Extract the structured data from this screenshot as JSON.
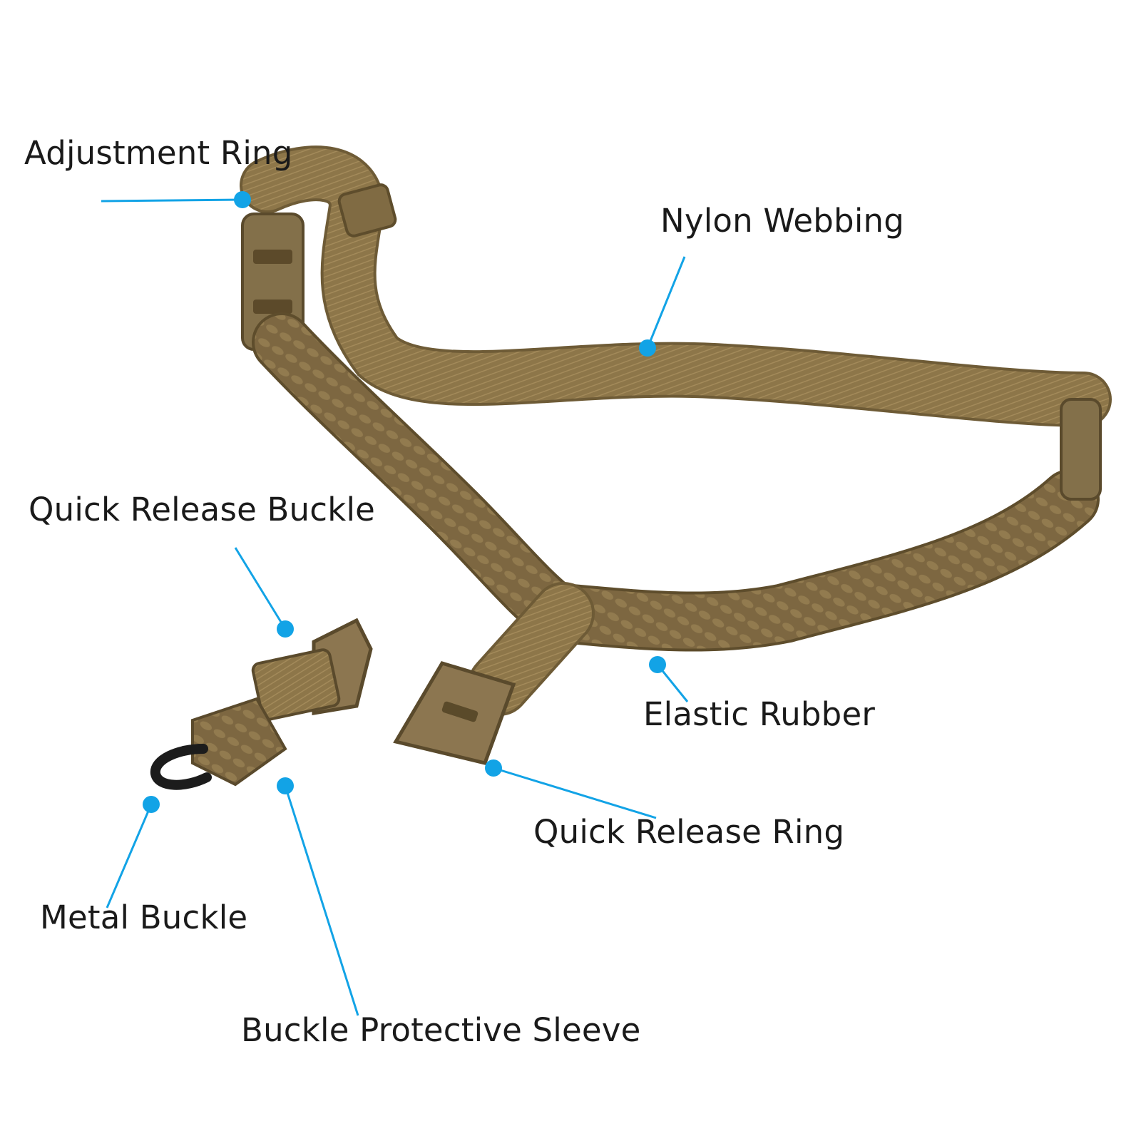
{
  "accent_color": "#12a3e6",
  "strap_color": "#8a7449",
  "labels": {
    "adjustment_ring": "Adjustment Ring",
    "nylon_webbing": "Nylon Webbing",
    "quick_release_buckle": "Quick Release Buckle",
    "elastic_rubber": "Elastic Rubber",
    "quick_release_ring": "Quick Release Ring",
    "metal_buckle": "Metal Buckle",
    "buckle_protective_sleeve": "Buckle Protective Sleeve"
  }
}
